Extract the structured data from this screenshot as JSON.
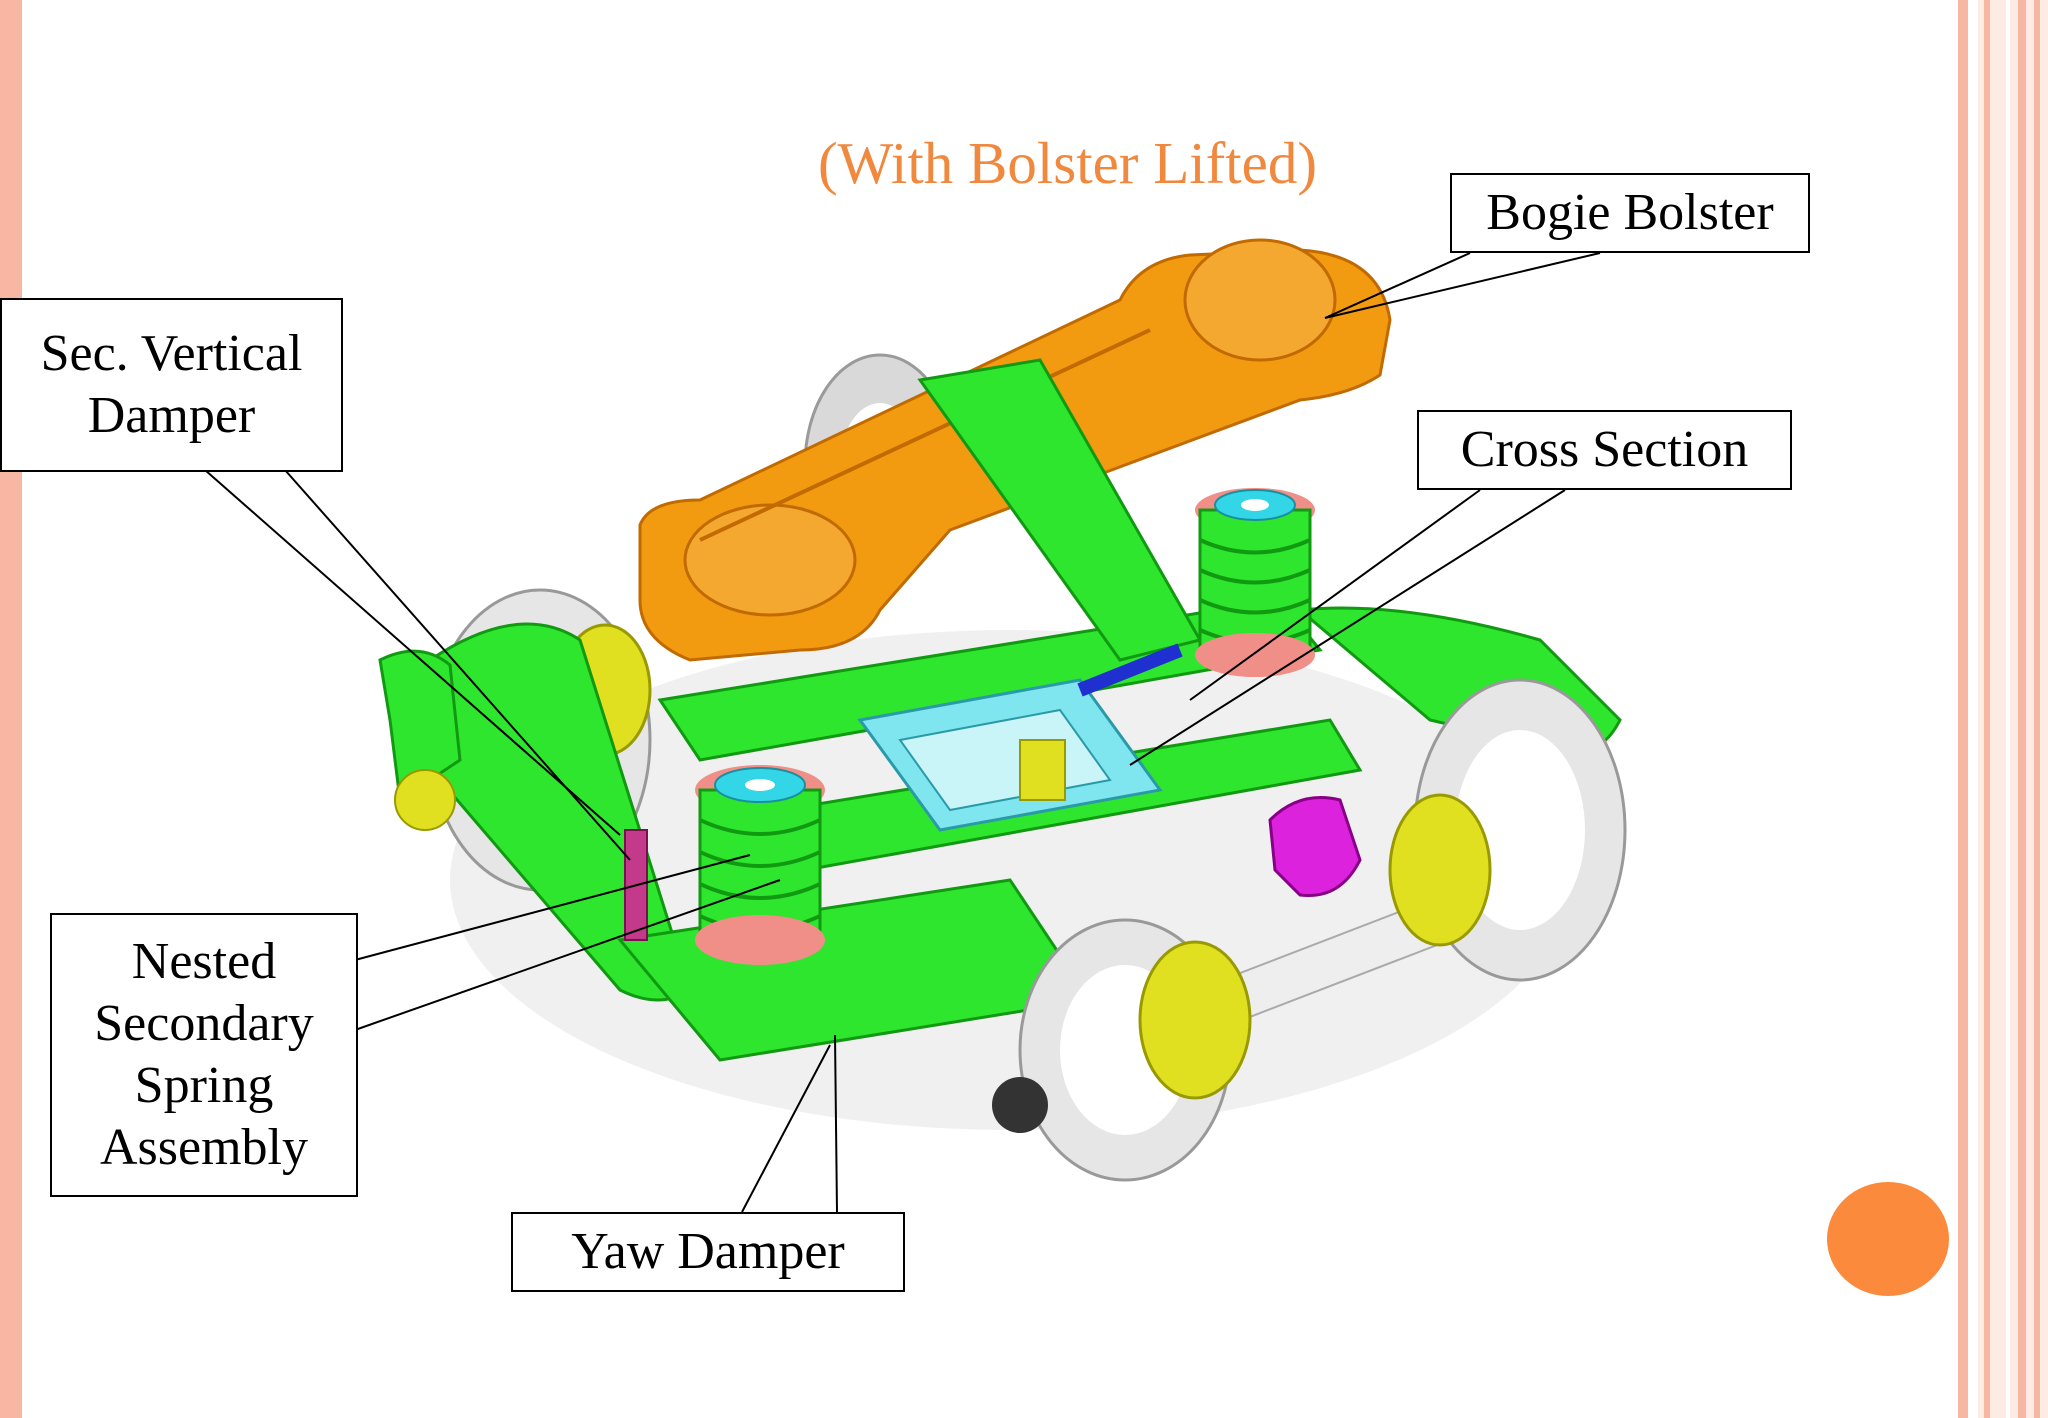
{
  "slide": {
    "subtitle": "(With Bolster Lifted)",
    "callouts": {
      "bogie_bolster": "Bogie Bolster",
      "sec_vertical_damper_line1": "Sec. Vertical",
      "sec_vertical_damper_line2": "Damper",
      "cross_section": "Cross Section",
      "nested_line1": "Nested",
      "nested_line2": "Secondary",
      "nested_line3": "Spring",
      "nested_line4": "Assembly",
      "yaw_damper": "Yaw Damper"
    }
  },
  "colors": {
    "subtitle": "#f0883e",
    "stripe": "#f7b7a3",
    "accent_dot": "#fb8a3c",
    "frame_green": "#2ee62e",
    "bolster_orange": "#f29a10",
    "spring_pink": "#f08f87",
    "cap_cyan": "#33d6e6",
    "wheel_grey": "#cfcfcf",
    "wheel_yellow": "#e0e020",
    "magenta": "#dd22dd",
    "cross_cyan": "#7fe6f0"
  }
}
